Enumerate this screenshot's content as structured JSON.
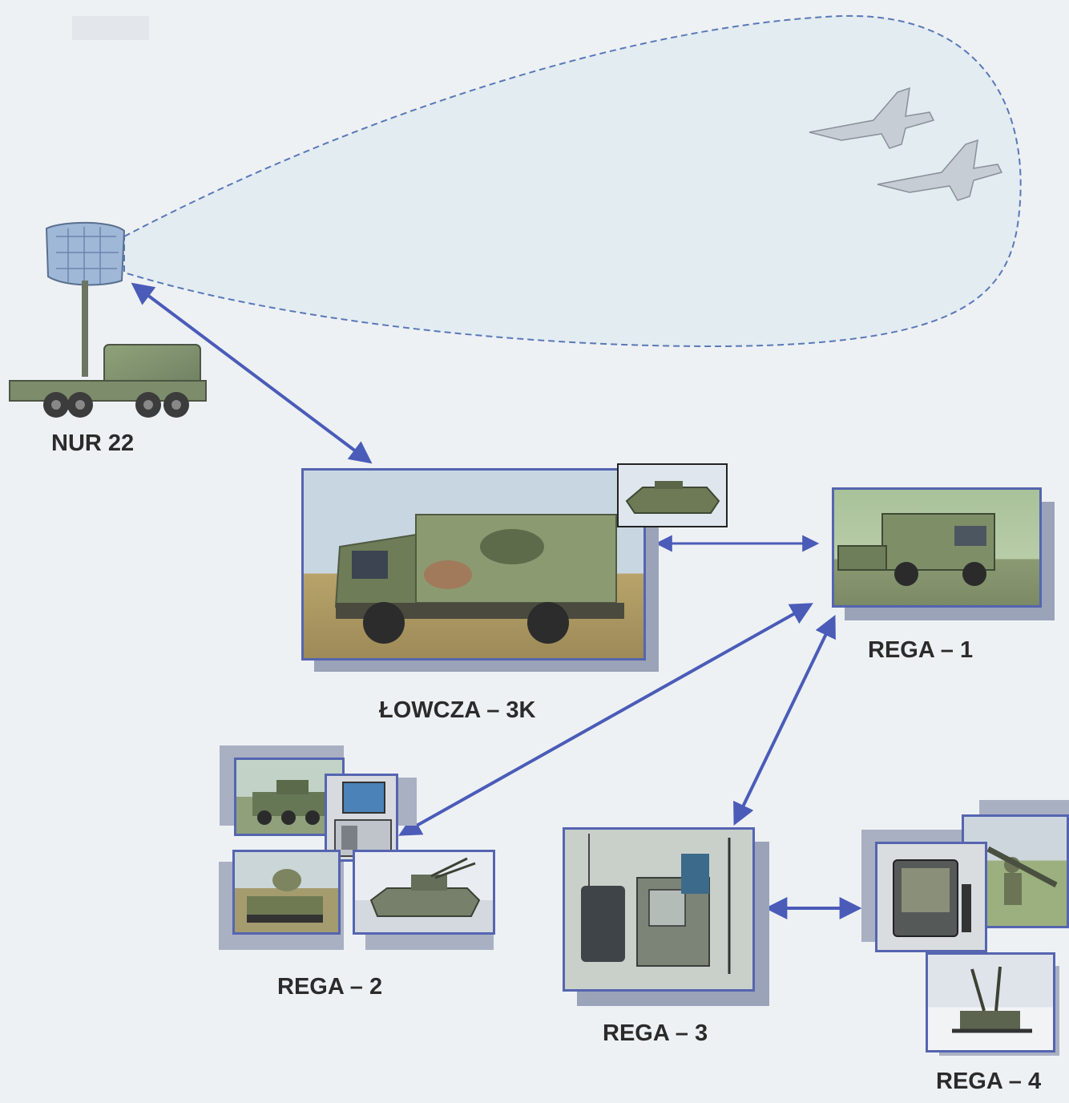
{
  "labels": {
    "nur22": "NUR 22",
    "lowcza": "ŁOWCZA – 3K",
    "rega1": "REGA – 1",
    "rega2": "REGA – 2",
    "rega3": "REGA – 3",
    "rega4": "REGA – 4"
  },
  "colors": {
    "arrow": "#4a5cb8",
    "frame": "#5565b0",
    "cone_fill": "#dde9f0",
    "cone_stroke": "#5a78b8",
    "label": "#2b2b2b",
    "background": "#eef1f4"
  },
  "icons": [
    "radar-vehicle-icon",
    "fighter-jet-icon",
    "truck-photo",
    "tank-photo",
    "jeep-photo",
    "terminal-photo",
    "soldier-photo",
    "aa-gun-photo"
  ]
}
